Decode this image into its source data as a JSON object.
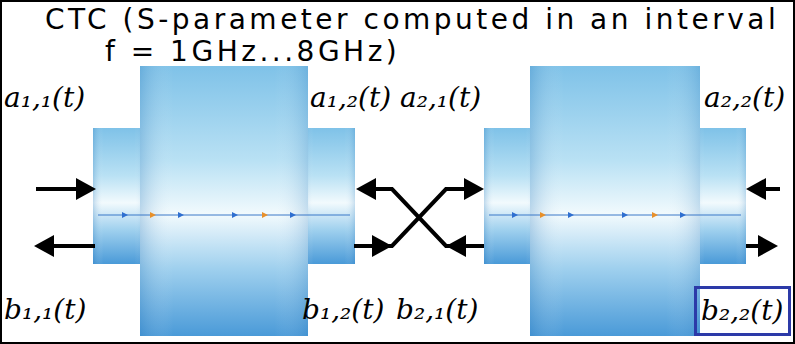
{
  "diagram": {
    "title": "CTC (S-parameter computed in an interval f = 1GHz...8GHz)",
    "nodes": [
      {
        "text": [
          "b₂,₂(t)"
        ]
      }
    ],
    "labels": [
      "a₁,₁(t)",
      "b₁,₁(t)",
      "a₁,₂(t)",
      "b₁,₂(t)",
      "a₂,₁(t)",
      "b₂,₁(t)",
      "a₂,₂(t)"
    ]
  }
}
